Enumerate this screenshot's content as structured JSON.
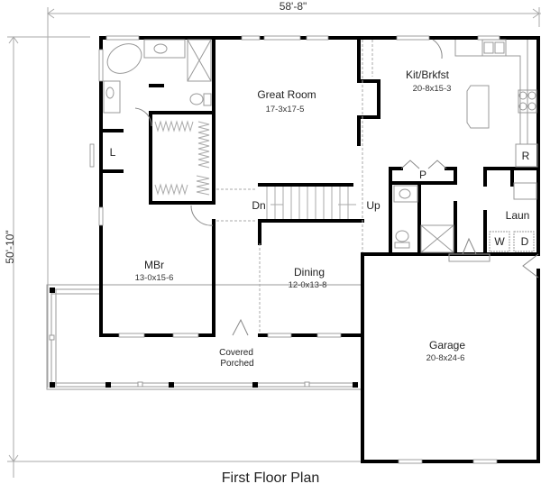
{
  "title": "First Floor Plan",
  "dimensions": {
    "overall_width": "58'-8\"",
    "overall_depth": "50'-10\""
  },
  "rooms": [
    {
      "name": "Great Room",
      "size": "17-3x17-5"
    },
    {
      "name": "Kit/Brkfst",
      "size": "20-8x15-3"
    },
    {
      "name": "MBr",
      "size": "13-0x15-6"
    },
    {
      "name": "Dining",
      "size": "12-0x13-8"
    },
    {
      "name": "Garage",
      "size": "20-8x24-6"
    },
    {
      "name": "Laun",
      "size": ""
    },
    {
      "name": "Covered",
      "size": "Porched"
    }
  ],
  "fixture_labels": {
    "linen": "L",
    "pantry": "P",
    "refrigerator": "R",
    "washer": "W",
    "dryer": "D",
    "stairs_down": "Dn",
    "stairs_up": "Up"
  },
  "colors": {
    "wall": "#000000",
    "fixture_line": "#999999",
    "dimension_line": "#aaaaaa",
    "background": "#ffffff"
  }
}
